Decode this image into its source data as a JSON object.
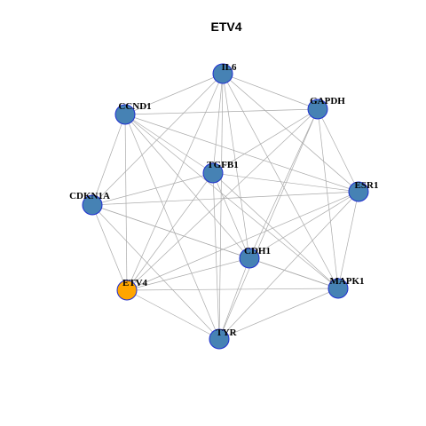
{
  "title": "ETV4",
  "colors": {
    "node_default": "#4682b4",
    "node_highlight": "#ffa500",
    "node_border": "#1f2fd0",
    "edge": "#aaaaaa",
    "background": "#ffffff"
  },
  "nodes": [
    {
      "id": "IL6",
      "label": "IL6",
      "highlight": false
    },
    {
      "id": "GAPDH",
      "label": "GAPDH",
      "highlight": false
    },
    {
      "id": "CCND1",
      "label": "CCND1",
      "highlight": false
    },
    {
      "id": "TGFB1",
      "label": "TGFB1",
      "highlight": false
    },
    {
      "id": "ESR1",
      "label": "ESR1",
      "highlight": false
    },
    {
      "id": "CDKN1A",
      "label": "CDKN1A",
      "highlight": false
    },
    {
      "id": "CDH1",
      "label": "CDH1",
      "highlight": false
    },
    {
      "id": "MAPK1",
      "label": "MAPK1",
      "highlight": false
    },
    {
      "id": "ETV4",
      "label": "ETV4",
      "highlight": true
    },
    {
      "id": "TYR",
      "label": "TYR",
      "highlight": false
    }
  ],
  "edges": [
    [
      "IL6",
      "GAPDH"
    ],
    [
      "IL6",
      "CCND1"
    ],
    [
      "IL6",
      "TGFB1"
    ],
    [
      "IL6",
      "ESR1"
    ],
    [
      "IL6",
      "CDKN1A"
    ],
    [
      "IL6",
      "CDH1"
    ],
    [
      "IL6",
      "MAPK1"
    ],
    [
      "IL6",
      "ETV4"
    ],
    [
      "IL6",
      "TYR"
    ],
    [
      "GAPDH",
      "CCND1"
    ],
    [
      "GAPDH",
      "TGFB1"
    ],
    [
      "GAPDH",
      "ESR1"
    ],
    [
      "GAPDH",
      "CDH1"
    ],
    [
      "GAPDH",
      "MAPK1"
    ],
    [
      "GAPDH",
      "ETV4"
    ],
    [
      "GAPDH",
      "TYR"
    ],
    [
      "CCND1",
      "TGFB1"
    ],
    [
      "CCND1",
      "ESR1"
    ],
    [
      "CCND1",
      "CDKN1A"
    ],
    [
      "CCND1",
      "CDH1"
    ],
    [
      "CCND1",
      "MAPK1"
    ],
    [
      "CCND1",
      "ETV4"
    ],
    [
      "CCND1",
      "TYR"
    ],
    [
      "TGFB1",
      "ESR1"
    ],
    [
      "TGFB1",
      "CDKN1A"
    ],
    [
      "TGFB1",
      "CDH1"
    ],
    [
      "TGFB1",
      "MAPK1"
    ],
    [
      "TGFB1",
      "ETV4"
    ],
    [
      "TGFB1",
      "TYR"
    ],
    [
      "ESR1",
      "CDKN1A"
    ],
    [
      "ESR1",
      "CDH1"
    ],
    [
      "ESR1",
      "MAPK1"
    ],
    [
      "ESR1",
      "ETV4"
    ],
    [
      "ESR1",
      "TYR"
    ],
    [
      "CDKN1A",
      "CDH1"
    ],
    [
      "CDKN1A",
      "MAPK1"
    ],
    [
      "CDKN1A",
      "ETV4"
    ],
    [
      "CDKN1A",
      "TYR"
    ],
    [
      "CDH1",
      "MAPK1"
    ],
    [
      "CDH1",
      "ETV4"
    ],
    [
      "CDH1",
      "TYR"
    ],
    [
      "MAPK1",
      "ETV4"
    ],
    [
      "MAPK1",
      "TYR"
    ],
    [
      "ETV4",
      "TYR"
    ]
  ]
}
